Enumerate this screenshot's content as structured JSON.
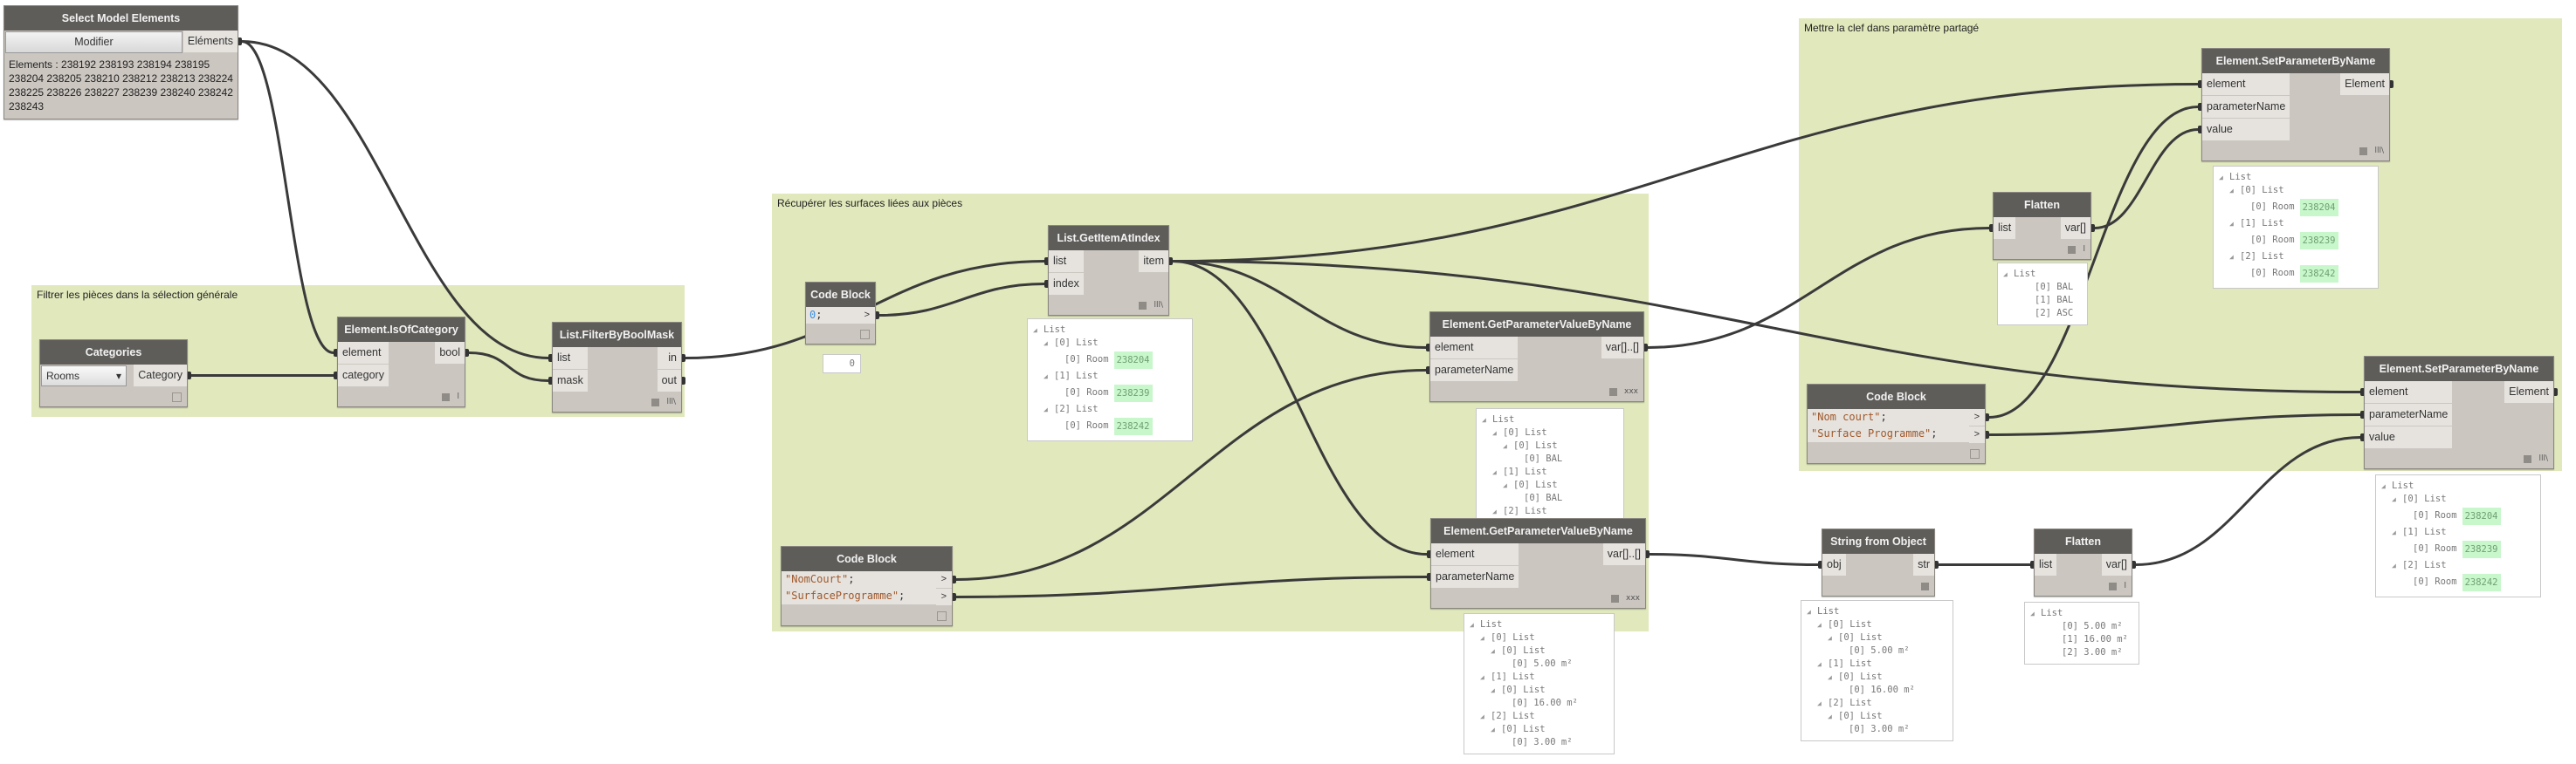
{
  "groups": {
    "filter": {
      "title": "Filtrer les pièces dans la sélection générale"
    },
    "surfaces": {
      "title": "Récupérer les surfaces liées aux pièces"
    },
    "shared": {
      "title": "Mettre la clef dans paramètre partagé"
    }
  },
  "nodes": {
    "select": {
      "title": "Select Model Elements",
      "button": "Modifier",
      "outputs": [
        "Eléments"
      ],
      "summary": "Elements : 238192 238193 238194 238195 238204 238205 238210 238212 238213 238224 238225 238226 238227 238239 238240 238242 238243"
    },
    "categories": {
      "title": "Categories",
      "dropdown": "Rooms",
      "outputs": [
        "Category"
      ]
    },
    "isOfCategory": {
      "title": "Element.IsOfCategory",
      "inputs": [
        "element",
        "category"
      ],
      "outputs": [
        "bool"
      ],
      "lacing": "l"
    },
    "filterMask": {
      "title": "List.FilterByBoolMask",
      "inputs": [
        "list",
        "mask"
      ],
      "outputs": [
        "in",
        "out"
      ],
      "lacing": "lll\\"
    },
    "codeIndex": {
      "title": "Code Block",
      "code": [
        {
          "parts": [
            {
              "t": "0",
              "k": "num"
            },
            {
              "t": ";",
              "k": ""
            }
          ]
        }
      ],
      "outputs": [
        ">"
      ],
      "preview_value": "0"
    },
    "getItem": {
      "title": "List.GetItemAtIndex",
      "inputs": [
        "list",
        "index"
      ],
      "outputs": [
        "item"
      ],
      "lacing": "lll\\"
    },
    "gpv1": {
      "title": "Element.GetParameterValueByName",
      "inputs": [
        "element",
        "parameterName"
      ],
      "outputs": [
        "var[]..[]"
      ],
      "lacing": "xxx"
    },
    "gpv2": {
      "title": "Element.GetParameterValueByName",
      "inputs": [
        "element",
        "parameterName"
      ],
      "outputs": [
        "var[]..[]"
      ],
      "lacing": "xxx"
    },
    "codeNames": {
      "title": "Code Block",
      "code": [
        {
          "parts": [
            {
              "t": "\"NomCourt\"",
              "k": "str"
            },
            {
              "t": ";",
              "k": ""
            }
          ]
        },
        {
          "parts": [
            {
              "t": "\"SurfaceProgramme\"",
              "k": "str"
            },
            {
              "t": ";",
              "k": ""
            }
          ]
        }
      ],
      "outputs": [
        ">",
        ">"
      ]
    },
    "strObj": {
      "title": "String from Object",
      "inputs": [
        "obj"
      ],
      "outputs": [
        "str"
      ],
      "lacing": ""
    },
    "flattenBot": {
      "title": "Flatten",
      "inputs": [
        "list"
      ],
      "outputs": [
        "var[]"
      ],
      "lacing": "l"
    },
    "spn1": {
      "title": "Element.SetParameterByName",
      "inputs": [
        "element",
        "parameterName",
        "value"
      ],
      "outputs": [
        "Element"
      ],
      "lacing": "lll\\"
    },
    "flattenTop": {
      "title": "Flatten",
      "inputs": [
        "list"
      ],
      "outputs": [
        "var[]"
      ],
      "lacing": "l"
    },
    "codeShared": {
      "title": "Code Block",
      "code": [
        {
          "parts": [
            {
              "t": "\"Nom court\"",
              "k": "str"
            },
            {
              "t": ";",
              "k": ""
            }
          ]
        },
        {
          "parts": [
            {
              "t": "\"Surface Programme\"",
              "k": "str"
            },
            {
              "t": ";",
              "k": ""
            }
          ]
        }
      ],
      "outputs": [
        ">",
        ">"
      ]
    },
    "spn2": {
      "title": "Element.SetParameterByName",
      "inputs": [
        "element",
        "parameterName",
        "value"
      ],
      "outputs": [
        "Element"
      ],
      "lacing": "lll\\"
    }
  },
  "previews": {
    "getItem": [
      {
        "d": 0,
        "t": "List"
      },
      {
        "d": 1,
        "t": "[0] List"
      },
      {
        "d": 2,
        "t": "[0] Room",
        "v": "238204"
      },
      {
        "d": 1,
        "t": "[1] List"
      },
      {
        "d": 2,
        "t": "[0] Room",
        "v": "238239"
      },
      {
        "d": 1,
        "t": "[2] List"
      },
      {
        "d": 2,
        "t": "[0] Room",
        "v": "238242"
      }
    ],
    "gpv1": [
      {
        "d": 0,
        "t": "List"
      },
      {
        "d": 1,
        "t": "[0] List"
      },
      {
        "d": 2,
        "t": "[0] List"
      },
      {
        "d": 3,
        "t": "[0] BAL"
      },
      {
        "d": 1,
        "t": "[1] List"
      },
      {
        "d": 2,
        "t": "[0] List"
      },
      {
        "d": 3,
        "t": "[0] BAL"
      },
      {
        "d": 1,
        "t": "[2] List"
      }
    ],
    "gpv2": [
      {
        "d": 0,
        "t": "List"
      },
      {
        "d": 1,
        "t": "[0] List"
      },
      {
        "d": 2,
        "t": "[0] List"
      },
      {
        "d": 3,
        "t": "[0] 5.00 m²"
      },
      {
        "d": 1,
        "t": "[1] List"
      },
      {
        "d": 2,
        "t": "[0] List"
      },
      {
        "d": 3,
        "t": "[0] 16.00 m²"
      },
      {
        "d": 1,
        "t": "[2] List"
      },
      {
        "d": 2,
        "t": "[0] List"
      },
      {
        "d": 3,
        "t": "[0] 3.00 m²"
      }
    ],
    "strObj": [
      {
        "d": 0,
        "t": "List"
      },
      {
        "d": 1,
        "t": "[0] List"
      },
      {
        "d": 2,
        "t": "[0] List"
      },
      {
        "d": 3,
        "t": "[0] 5.00 m²"
      },
      {
        "d": 1,
        "t": "[1] List"
      },
      {
        "d": 2,
        "t": "[0] List"
      },
      {
        "d": 3,
        "t": "[0] 16.00 m²"
      },
      {
        "d": 1,
        "t": "[2] List"
      },
      {
        "d": 2,
        "t": "[0] List"
      },
      {
        "d": 3,
        "t": "[0] 3.00 m²"
      }
    ],
    "flattenBot": [
      {
        "d": 0,
        "t": "List"
      },
      {
        "d": 2,
        "t": "[0] 5.00 m²"
      },
      {
        "d": 2,
        "t": "[1] 16.00 m²"
      },
      {
        "d": 2,
        "t": "[2] 3.00 m²"
      }
    ],
    "spn1": [
      {
        "d": 0,
        "t": "List"
      },
      {
        "d": 1,
        "t": "[0] List"
      },
      {
        "d": 2,
        "t": "[0] Room",
        "v": "238204"
      },
      {
        "d": 1,
        "t": "[1] List"
      },
      {
        "d": 2,
        "t": "[0] Room",
        "v": "238239"
      },
      {
        "d": 1,
        "t": "[2] List"
      },
      {
        "d": 2,
        "t": "[0] Room",
        "v": "238242"
      }
    ],
    "flattenTop": [
      {
        "d": 0,
        "t": "List"
      },
      {
        "d": 2,
        "t": "[0] BAL"
      },
      {
        "d": 2,
        "t": "[1] BAL"
      },
      {
        "d": 2,
        "t": "[2] ASC"
      }
    ],
    "spn2": [
      {
        "d": 0,
        "t": "List"
      },
      {
        "d": 1,
        "t": "[0] List"
      },
      {
        "d": 2,
        "t": "[0] Room",
        "v": "238204"
      },
      {
        "d": 1,
        "t": "[1] List"
      },
      {
        "d": 2,
        "t": "[0] Room",
        "v": "238239"
      },
      {
        "d": 1,
        "t": "[2] List"
      },
      {
        "d": 2,
        "t": "[0] Room",
        "v": "238242"
      }
    ]
  },
  "colors": {
    "group": "#e0e8bc",
    "node_header": "#5f5d5a",
    "node_body": "#cbc6c0",
    "wire": "#3a3a3a",
    "badge": "#c9f7cc"
  }
}
